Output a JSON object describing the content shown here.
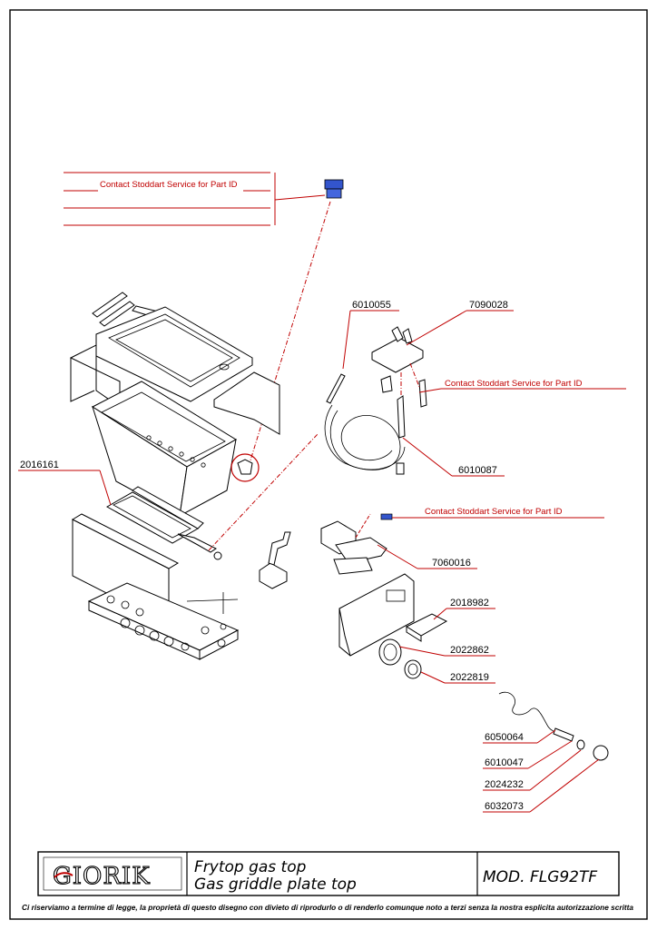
{
  "colors": {
    "leader": "#c00000",
    "logo_accent": "#c00000",
    "ink": "#000000"
  },
  "callouts": {
    "contact_top": "Contact Stoddart Service for Part ID",
    "contact_mid": "Contact Stoddart Service for Part ID",
    "contact_low": "Contact Stoddart Service for Part ID"
  },
  "parts": {
    "p6010055": "6010055",
    "p7090028": "7090028",
    "p2016161": "2016161",
    "p6010087": "6010087",
    "p7060016": "7060016",
    "p2018982": "2018982",
    "p2022862": "2022862",
    "p2022819": "2022819",
    "p6050064": "6050064",
    "p6010047": "6010047",
    "p2024232": "2024232",
    "p6032073": "6032073"
  },
  "title_block": {
    "logo": "GIORIK",
    "title_it": "Frytop gas top",
    "title_en": "Gas griddle plate top",
    "model": "MOD. FLG92TF"
  },
  "footer": "Ci riserviamo a termine di legge, la proprietà di questo disegno con divieto di riprodurlo o di renderlo comunque noto a terzi senza la nostra esplicita autorizzazione scritta"
}
